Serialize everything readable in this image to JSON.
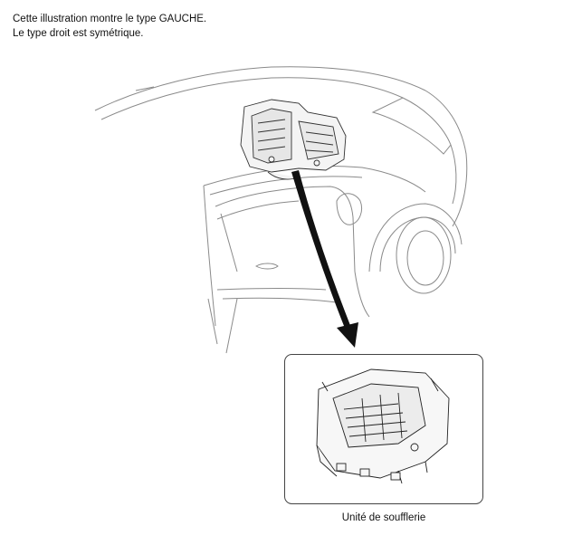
{
  "note": {
    "line1": "Cette illustration montre le type GAUCHE.",
    "line2": "Le type droit est symétrique."
  },
  "callout": {
    "caption": "Unité de soufflerie"
  },
  "icons": {
    "car": "car-outline-illustration",
    "hvac": "hvac-module-icon",
    "arrow": "callout-arrow-icon",
    "blower": "blower-unit-icon"
  },
  "colors": {
    "line": "#7a7a7a",
    "arrow": "#111111",
    "frame": "#444444"
  }
}
